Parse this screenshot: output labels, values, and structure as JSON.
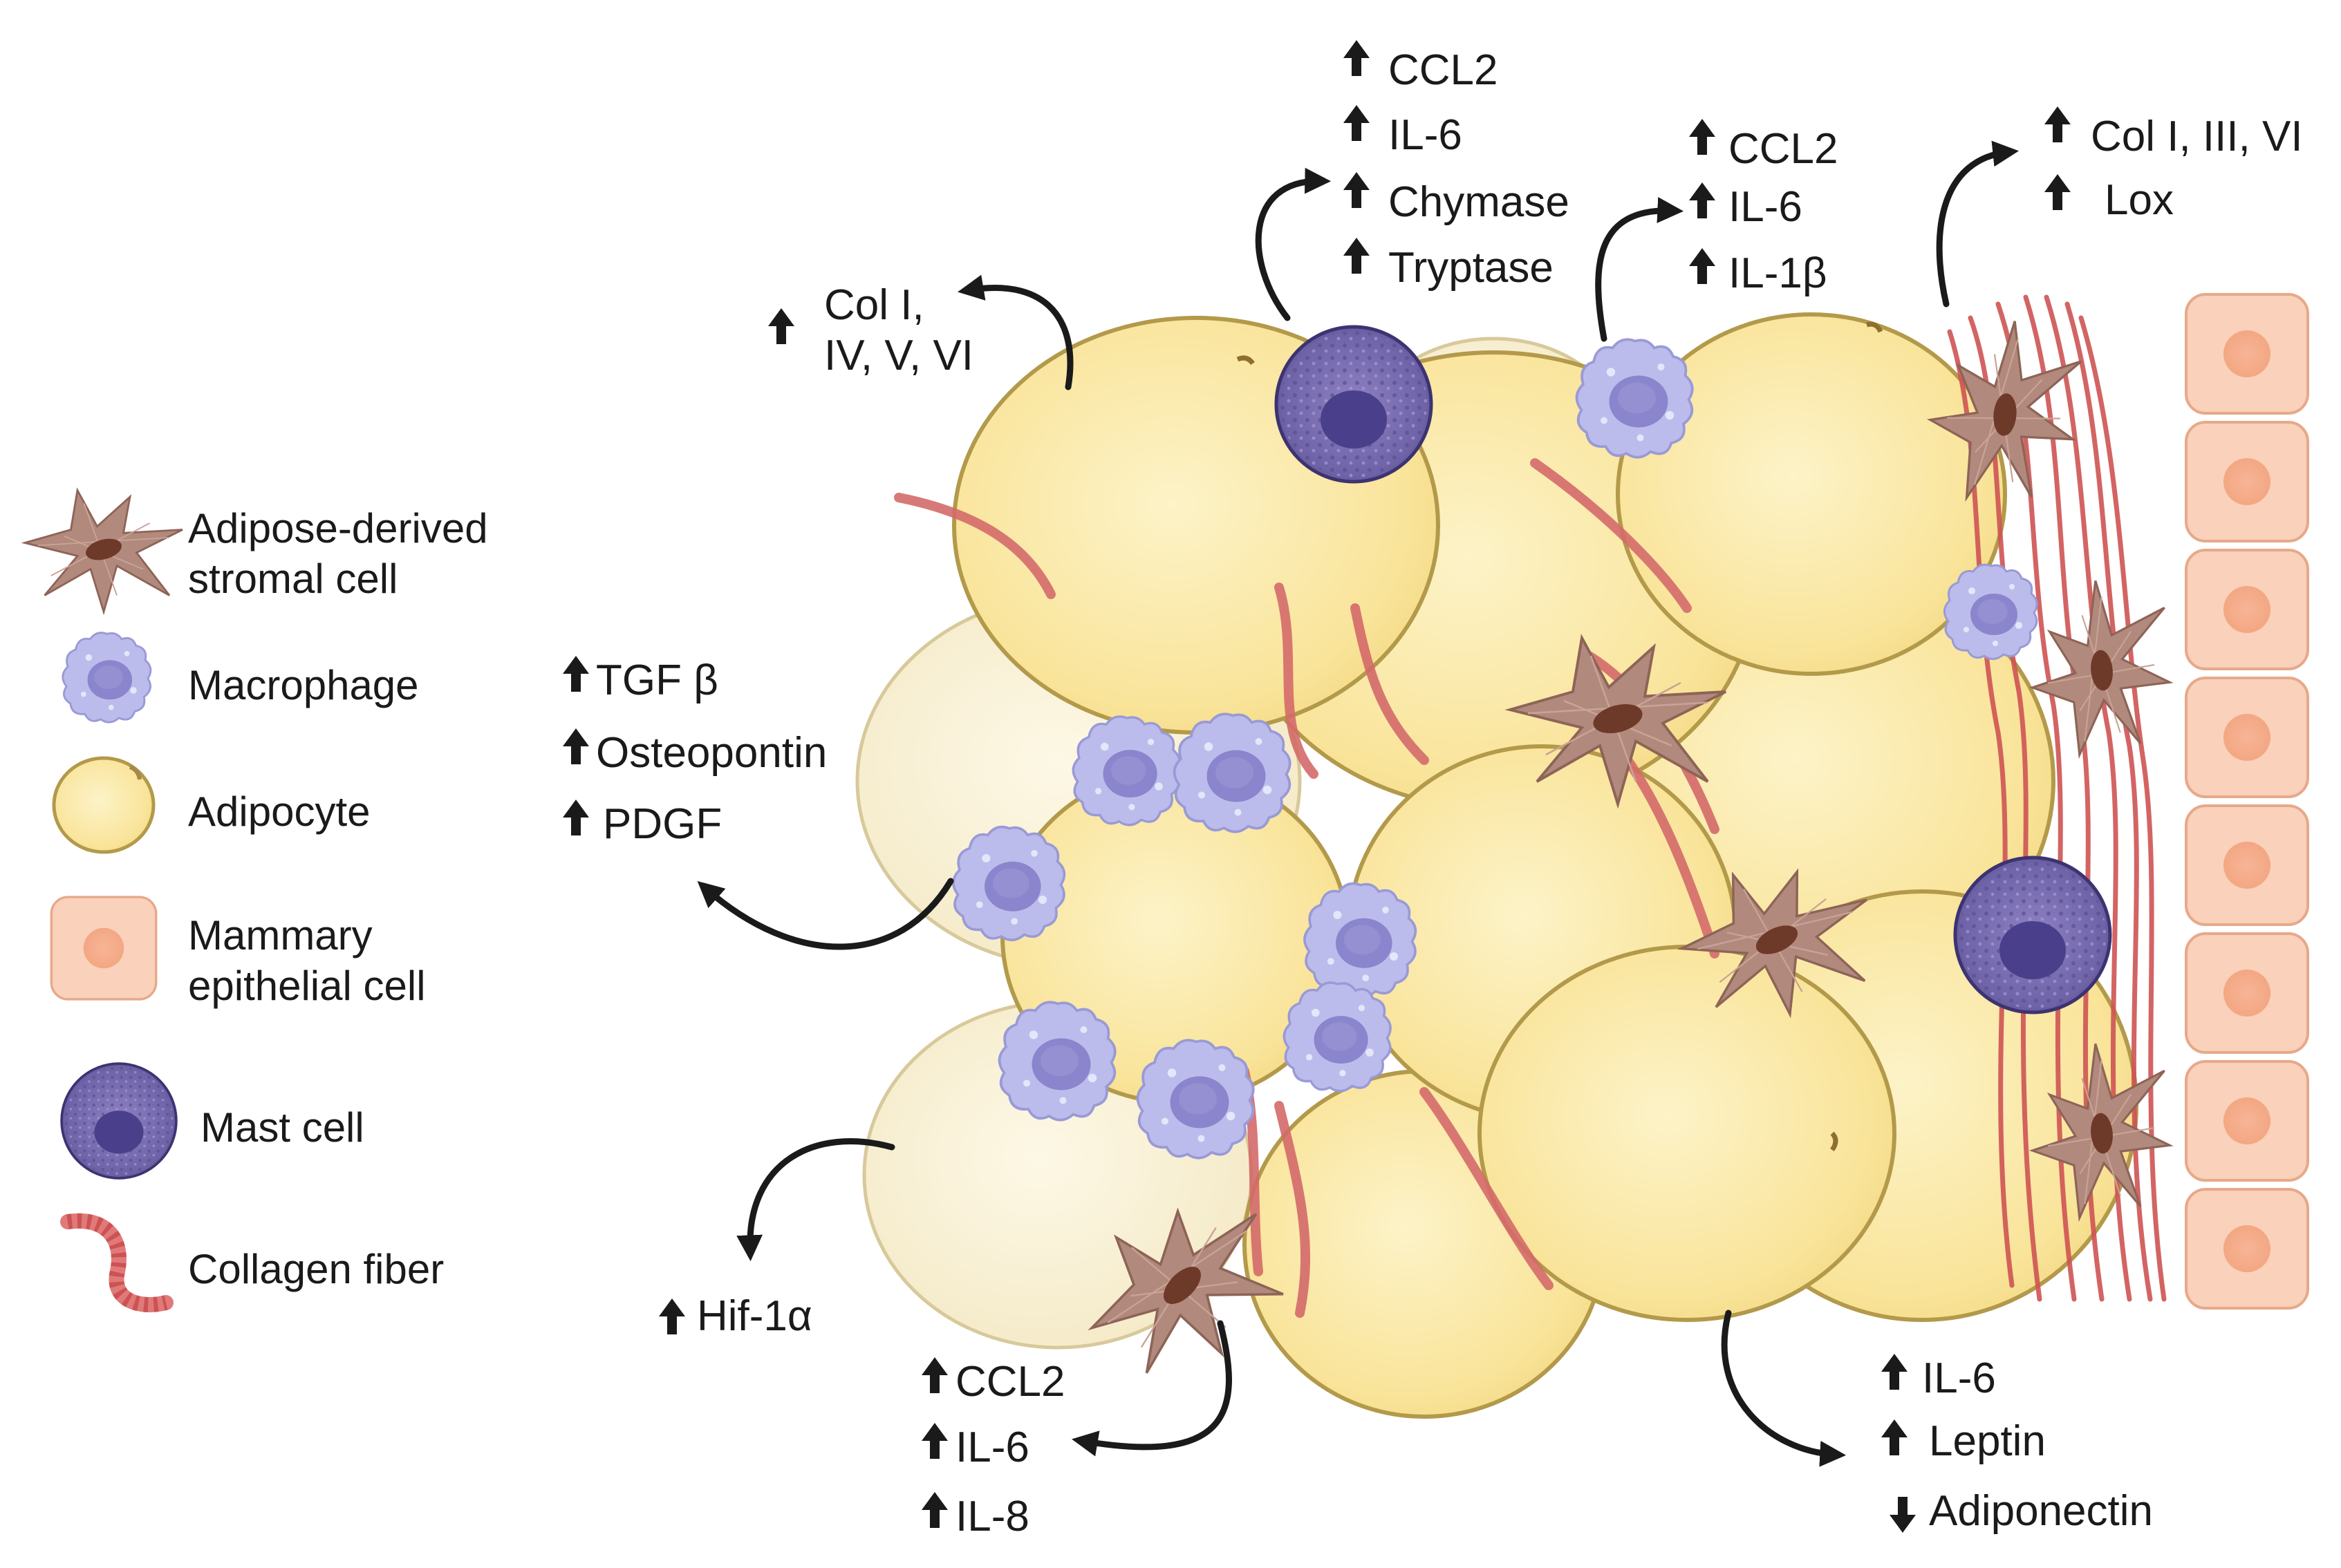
{
  "legend": {
    "items": [
      {
        "icon": "stromal-cell-icon",
        "lines": [
          "Adipose-derived",
          "stromal cell"
        ]
      },
      {
        "icon": "macrophage-icon",
        "lines": [
          "Macrophage"
        ]
      },
      {
        "icon": "adipocyte-icon",
        "lines": [
          "Adipocyte"
        ]
      },
      {
        "icon": "mammary-epithelial-cell-icon",
        "lines": [
          "Mammary",
          "epithelial cell"
        ]
      },
      {
        "icon": "mast-cell-icon",
        "lines": [
          "Mast cell"
        ]
      },
      {
        "icon": "collagen-fiber-icon",
        "lines": [
          "Collagen fiber"
        ]
      }
    ]
  },
  "labels": {
    "adipocyte_collagen": {
      "dir": "up",
      "lines": [
        "Col I,",
        "IV, V, VI"
      ]
    },
    "mast_top": [
      {
        "dir": "up",
        "text": "CCL2"
      },
      {
        "dir": "up",
        "text": "IL-6"
      },
      {
        "dir": "up",
        "text": "Chymase"
      },
      {
        "dir": "up",
        "text": "Tryptase"
      }
    ],
    "macrophage_top": [
      {
        "dir": "up",
        "text": "CCL2"
      },
      {
        "dir": "up",
        "text": "IL-6"
      },
      {
        "dir": "up",
        "text": "IL-1β"
      }
    ],
    "stromal_top": [
      {
        "dir": "up",
        "text": "Col I, III, VI"
      },
      {
        "dir": "up",
        "text": "Lox"
      }
    ],
    "macrophage_left": [
      {
        "dir": "up",
        "text": "TGF β"
      },
      {
        "dir": "up",
        "text": "Osteopontin"
      },
      {
        "dir": "up",
        "text": "PDGF"
      }
    ],
    "hypoxia": [
      {
        "dir": "up",
        "text": "Hif-1α"
      }
    ],
    "stromal_bottom": [
      {
        "dir": "up",
        "text": "CCL2"
      },
      {
        "dir": "up",
        "text": "IL-6"
      },
      {
        "dir": "up",
        "text": "IL-8"
      }
    ],
    "adipocyte_bottom": [
      {
        "dir": "up",
        "text": "IL-6"
      },
      {
        "dir": "up",
        "text": "Leptin"
      },
      {
        "dir": "down",
        "text": "Adiponectin"
      }
    ]
  },
  "colors": {
    "adipocyte_fill": "#f9e7a1",
    "adipocyte_stroke": "#b3994a",
    "pale_adipocyte_fill": "#f8f0d4",
    "macrophage": "#b9b9ea",
    "mast_cell": "#7a6db0",
    "stromal_cell": "#a97a6b",
    "collagen": "#cc5b5b",
    "epithelial": "#f9cdb5"
  }
}
